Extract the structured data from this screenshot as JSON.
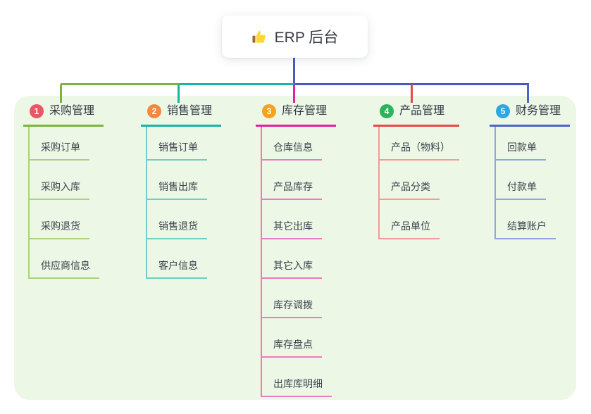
{
  "root": {
    "icon": "thumbs-up",
    "label": "ERP 后台"
  },
  "connector": {
    "root_color": "#4a59c0"
  },
  "colors": {
    "panel_background": "#ecf7e6",
    "root_node_background": "#ffffff",
    "text_dark": "#383c45"
  },
  "branches": [
    {
      "index": "1",
      "label": "采购管理",
      "badge_color": "#ec5565",
      "line_color": "#7cb43d",
      "light_color": "#a9d47c",
      "children": [
        "采购订单",
        "采购入库",
        "采购退货",
        "供应商信息"
      ]
    },
    {
      "index": "2",
      "label": "销售管理",
      "badge_color": "#f5883f",
      "line_color": "#19b3a7",
      "light_color": "#6fcfc3",
      "children": [
        "销售订单",
        "销售出库",
        "销售退货",
        "客户信息"
      ]
    },
    {
      "index": "3",
      "label": "库存管理",
      "badge_color": "#f5a31a",
      "line_color": "#e2219f",
      "light_color": "#ee79c3",
      "children": [
        "仓库信息",
        "产品库存",
        "其它出库",
        "其它入库",
        "库存调拨",
        "库存盘点",
        "出库库明细"
      ]
    },
    {
      "index": "4",
      "label": "产品管理",
      "badge_color": "#2cb45a",
      "line_color": "#e94848",
      "light_color": "#f39b94",
      "children": [
        "产品（物料）",
        "产品分类",
        "产品单位"
      ]
    },
    {
      "index": "5",
      "label": "财务管理",
      "badge_color": "#2fa7e0",
      "line_color": "#4a67c6",
      "light_color": "#8fa6df",
      "children": [
        "回款单",
        "付款单",
        "结算账户"
      ]
    }
  ]
}
